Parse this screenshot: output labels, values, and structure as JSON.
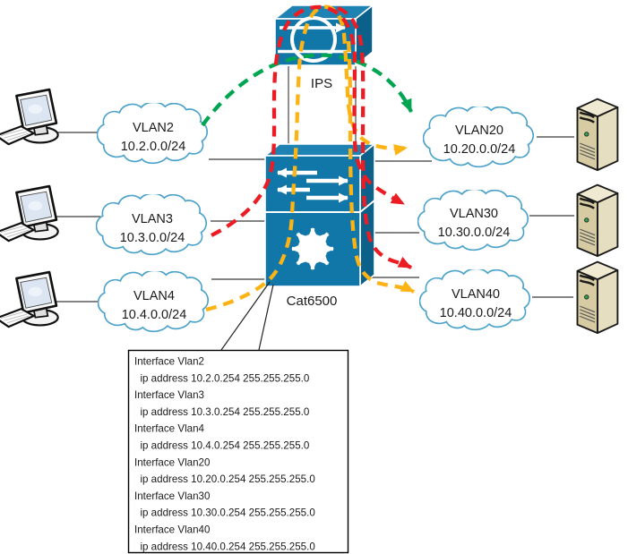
{
  "devices": {
    "ips": {
      "label": "IPS"
    },
    "switch": {
      "label": "Cat6500"
    }
  },
  "clouds": {
    "left": [
      {
        "name": "VLAN2",
        "subnet": "10.2.0.0/24"
      },
      {
        "name": "VLAN3",
        "subnet": "10.3.0.0/24"
      },
      {
        "name": "VLAN4",
        "subnet": "10.4.0.0/24"
      }
    ],
    "right": [
      {
        "name": "VLAN20",
        "subnet": "10.20.0.0/24"
      },
      {
        "name": "VLAN30",
        "subnet": "10.30.0.0/24"
      },
      {
        "name": "VLAN40",
        "subnet": "10.40.0.0/24"
      }
    ]
  },
  "config_box": {
    "lines": [
      "Interface Vlan2",
      "  ip address 10.2.0.254 255.255.255.0",
      "Interface Vlan3",
      "  ip address 10.3.0.254 255.255.255.0",
      "Interface Vlan4",
      "  ip address 10.4.0.254 255.255.255.0",
      "Interface Vlan20",
      "  ip address 10.20.0.254 255.255.255.0",
      "Interface Vlan30",
      "  ip address 10.30.0.254 255.255.255.0",
      "Interface Vlan40",
      "  ip address 10.40.0.254 255.255.255.0"
    ]
  },
  "flows": [
    {
      "color": "green",
      "from": "VLAN2",
      "to": "VLAN20",
      "style": "dashed-arc-over-ips"
    },
    {
      "color": "yellow",
      "from": "VLAN4",
      "to": "VLAN20",
      "style": "dashed-through-ips"
    },
    {
      "color": "red",
      "from": "VLAN3",
      "to": "VLAN30",
      "style": "dashed-through-ips"
    },
    {
      "color": "red",
      "from": "VLAN3",
      "to": "VLAN40",
      "style": "dashed-through-ips"
    },
    {
      "color": "yellow",
      "from": "VLAN4",
      "to": "VLAN40",
      "style": "dashed-through-ips"
    }
  ],
  "colors": {
    "device_blue": "#1176a8",
    "device_blue_top": "#1e83b3",
    "device_blue_side": "#0c618b",
    "cloud_stroke": "#4ba2cb",
    "flow_green": "#00a551",
    "flow_red": "#ec1c24",
    "flow_yellow": "#fcb316",
    "server_beige": "#d6cba2"
  }
}
